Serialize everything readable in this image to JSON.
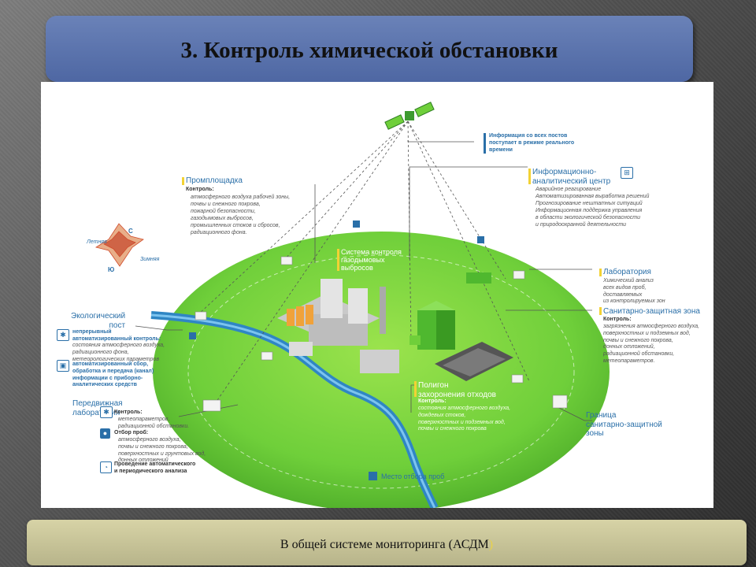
{
  "slide": {
    "title": "3. Контроль химической обстановки",
    "footer_text": "В общей системе мониторинга (АСДМ",
    "footer_paren": ")"
  },
  "diagram": {
    "satellite_info": "Информация со всех постов поступает в режиме реального времени",
    "industrial_site": {
      "title": "Промплощадка",
      "sub": "Контроль:",
      "items": [
        "атмосферного воздуха рабочей зоны,",
        "почвы и снежного покрова,",
        "пожарной безопасности,",
        "газодымовых выбросов,",
        "промышленных стоков и сбросов,",
        "радиационного фона."
      ]
    },
    "info_center": {
      "title": "Информационно-\nаналитический центр",
      "items": [
        "Аварийное реагирование",
        "Автоматизированная выработка решений",
        "Прогнозирование нештатных ситуаций",
        "Информационная поддержка управления\nв области экологической безопасности\nи природоохранной деятельности"
      ]
    },
    "wind_rose": {
      "north": "С",
      "south": "Ю",
      "summer": "Летняя",
      "winter": "Зимняя"
    },
    "emission_control": "Система контроля\nгазодымовых\nвыбросов",
    "laboratory": {
      "title": "Лаборатория",
      "desc": "Химический анализ\nвсех видов проб,\nдоставляемых\nиз контролируемых зон"
    },
    "eco_post": {
      "title": "Экологический\nпост",
      "line1": "непрерывный\nавтоматизированный контроль:",
      "line1_detail": "состояния атмосферного воздуха,\nрадиационного фона,\nметеорологических параметров",
      "line2": "автоматизированный сбор,\nобработка и передача (канал)\nинформации с приборно-\nаналитических средств"
    },
    "sanitary_zone": {
      "title": "Санитарно-защитная зона",
      "sub": "Контроль:",
      "items": "загрязнения атмосферного воздуха,\nповерхностных и подземных вод,\nпочвы и снежного покрова,\nдонных отложений,\nрадиационной обстановки,\nметеопараметров."
    },
    "mobile_lab": {
      "title": "Передвижная\nлаборатория",
      "sub": "Контроль:",
      "sub_items": "метеопараметров,\nрадиационной обстановки.",
      "sampling": "Отбор проб:",
      "sampling_items": "атмосферного воздуха,\nпочвы и снежного покрова,\nповерхностных и грунтовых вод,\nдонных отложений",
      "analysis": "Проведение автоматического\nи периодического анализа"
    },
    "waste_site": {
      "title": "Полигон\nзахоронения отходов",
      "sub": "Контроль:",
      "items": "состояния атмосферного воздуха,\nдождевых стоков,\nповерхностных и подземных вод,\nпочвы и снежного покрова"
    },
    "boundary": "Граница\nсанитарно-защитной\nзоны",
    "sampling_place": "Место отбора проб",
    "colors": {
      "field_green": "#6fcf3a",
      "text_blue": "#2a6fa8",
      "river_blue": "#2f86c4",
      "accent_yellow": "#f2d234"
    }
  }
}
